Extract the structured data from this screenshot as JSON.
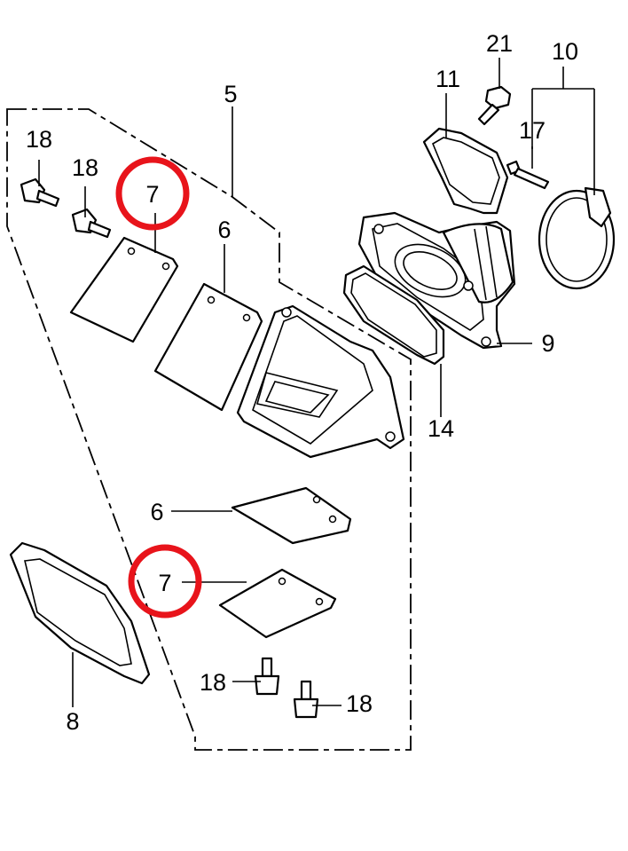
{
  "diagram": {
    "labels": {
      "l5": "5",
      "l10": "10",
      "l11": "11",
      "l21": "21",
      "l17": "17",
      "l18a": "18",
      "l18b": "18",
      "l18c": "18",
      "l18d": "18",
      "l6a": "6",
      "l6b": "6",
      "l7a": "7",
      "l7b": "7",
      "l9": "9",
      "l14": "14",
      "l8": "8"
    },
    "colors": {
      "line": "#000000",
      "highlight": "#e8141b",
      "background": "#ffffff"
    }
  }
}
